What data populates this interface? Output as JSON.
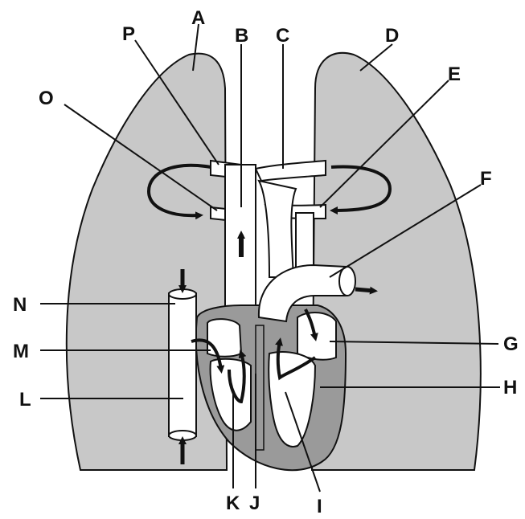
{
  "labels": {
    "A": "A",
    "B": "B",
    "C": "C",
    "D": "D",
    "E": "E",
    "F": "F",
    "G": "G",
    "H": "H",
    "I": "I",
    "J": "J",
    "K": "K",
    "L": "L",
    "M": "M",
    "N": "N",
    "O": "O",
    "P": "P"
  },
  "colors": {
    "lung": "#c8c8c8",
    "heart_wall": "#9a9a9a",
    "vessel": "#ffffff",
    "outline": "#111111"
  }
}
